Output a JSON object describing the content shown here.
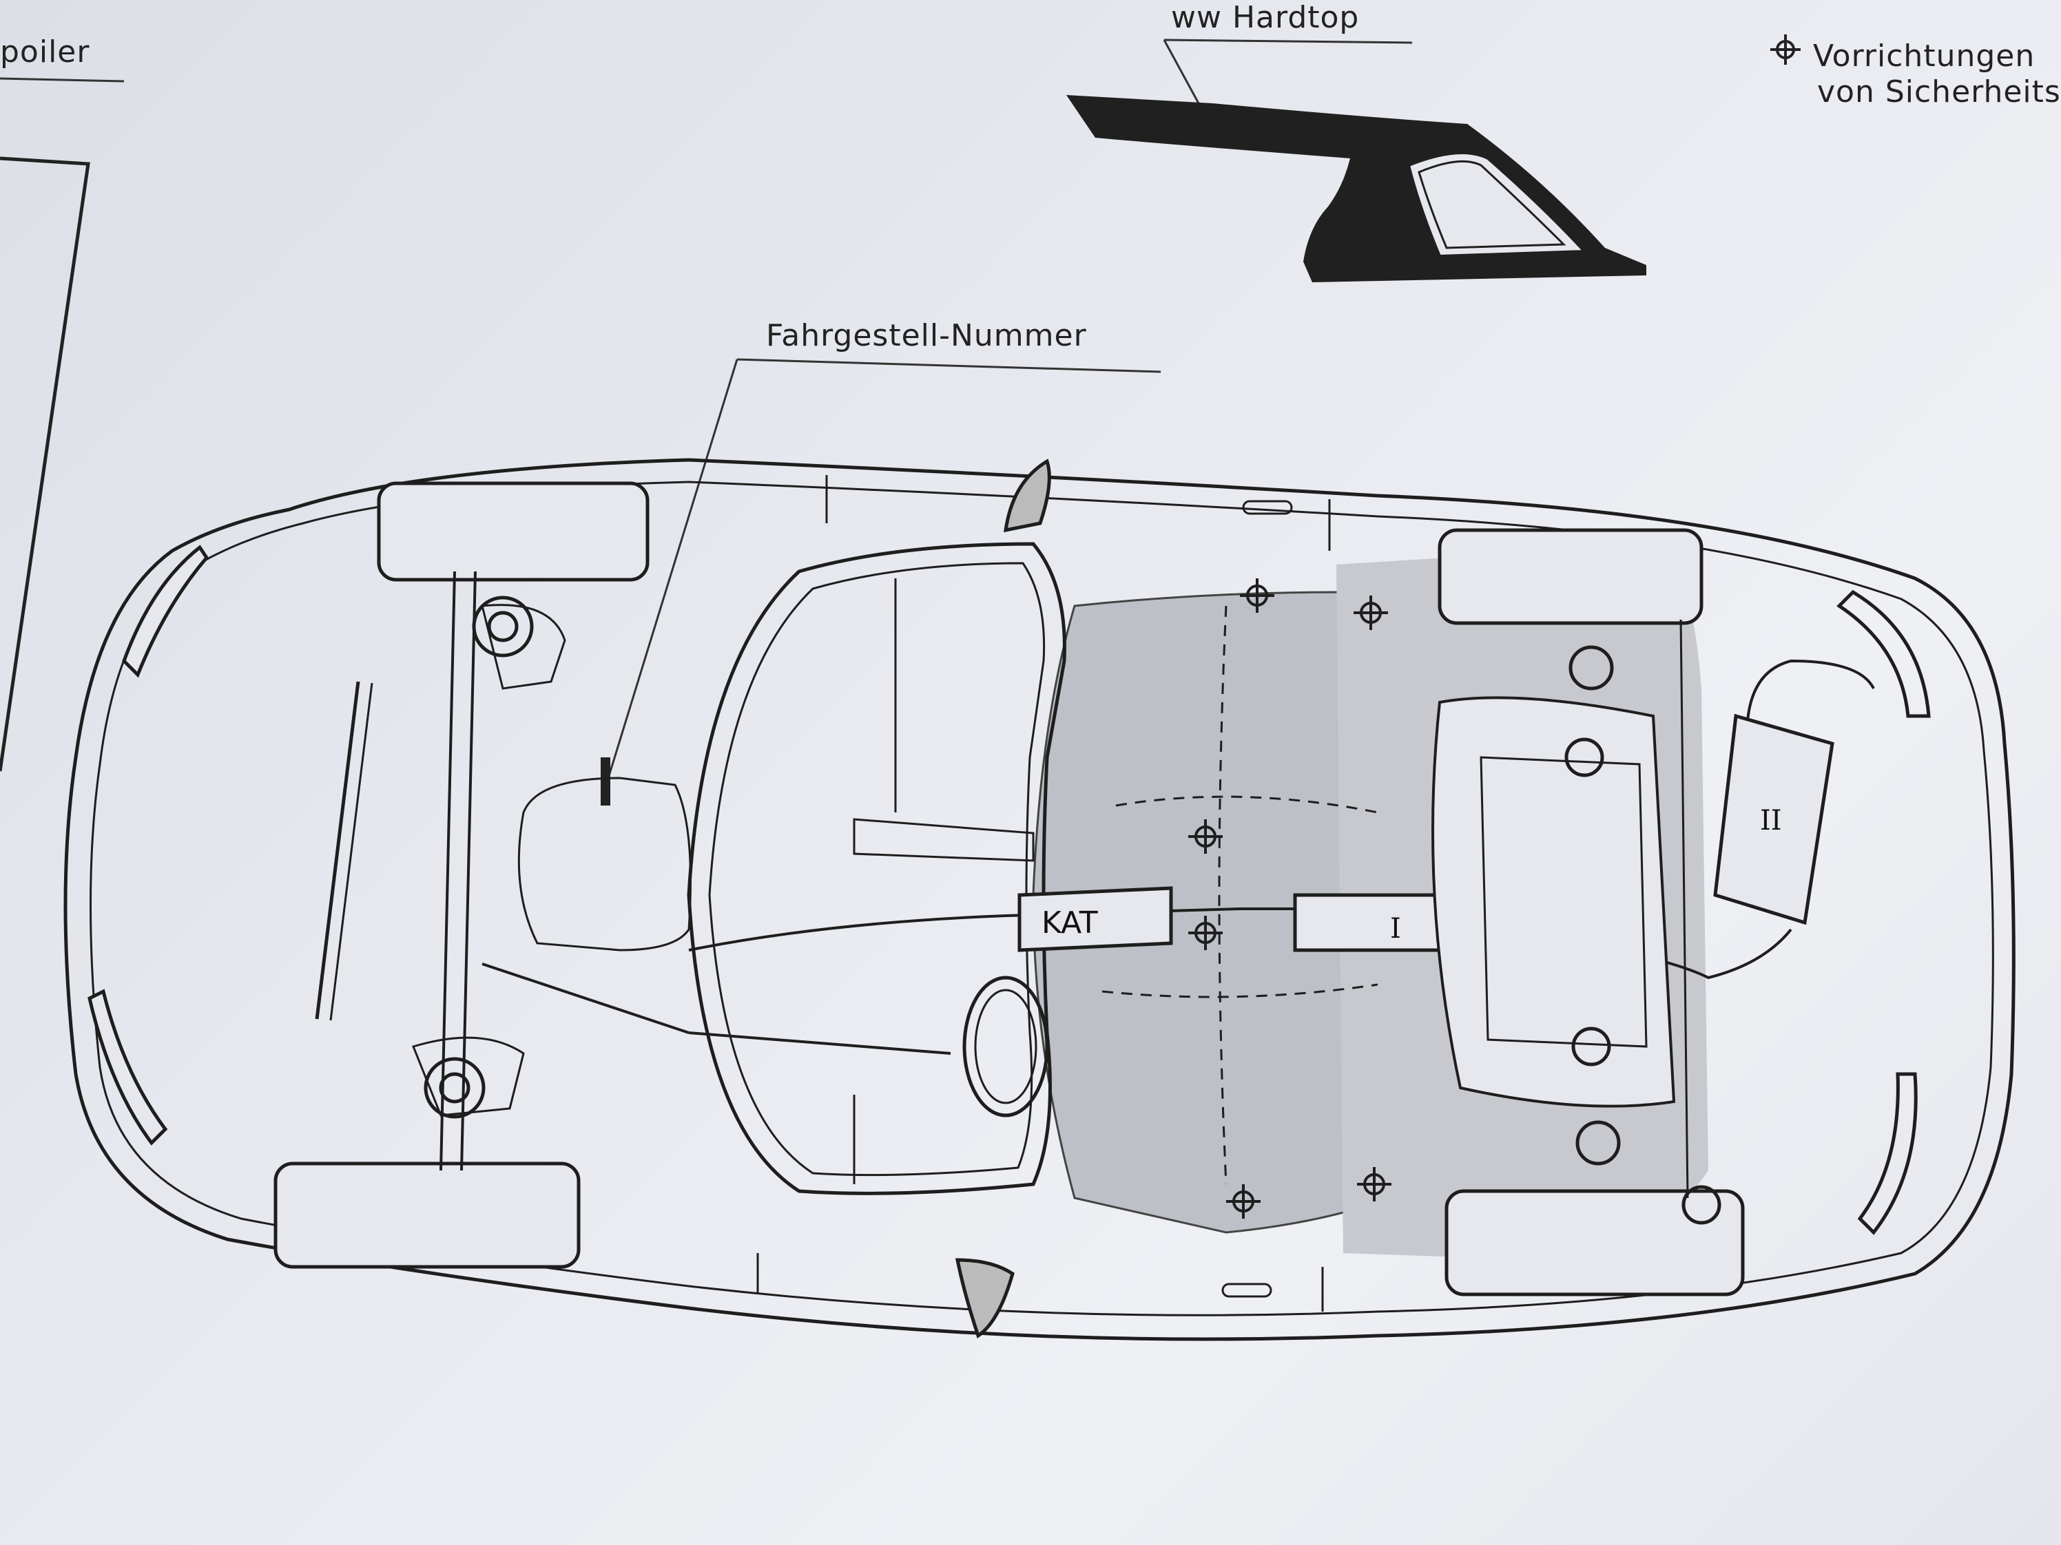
{
  "labels": {
    "spoiler": "poiler",
    "hardtop": "ww Hardtop",
    "chassis_number": "Fahrgestell-Nummer",
    "safety_line1": "Vorrichtungen",
    "safety_line2": "von Sicherheits"
  },
  "car_labels": {
    "catalytic_converter": "KAT",
    "muffler_1": "I",
    "muffler_2": "II"
  },
  "colors": {
    "ink": "#1e1e1e",
    "shade": "#b9bcc3",
    "paper": "#e6e8ee"
  },
  "icons": {
    "safety_marker": "crosshair-circle-icon"
  }
}
